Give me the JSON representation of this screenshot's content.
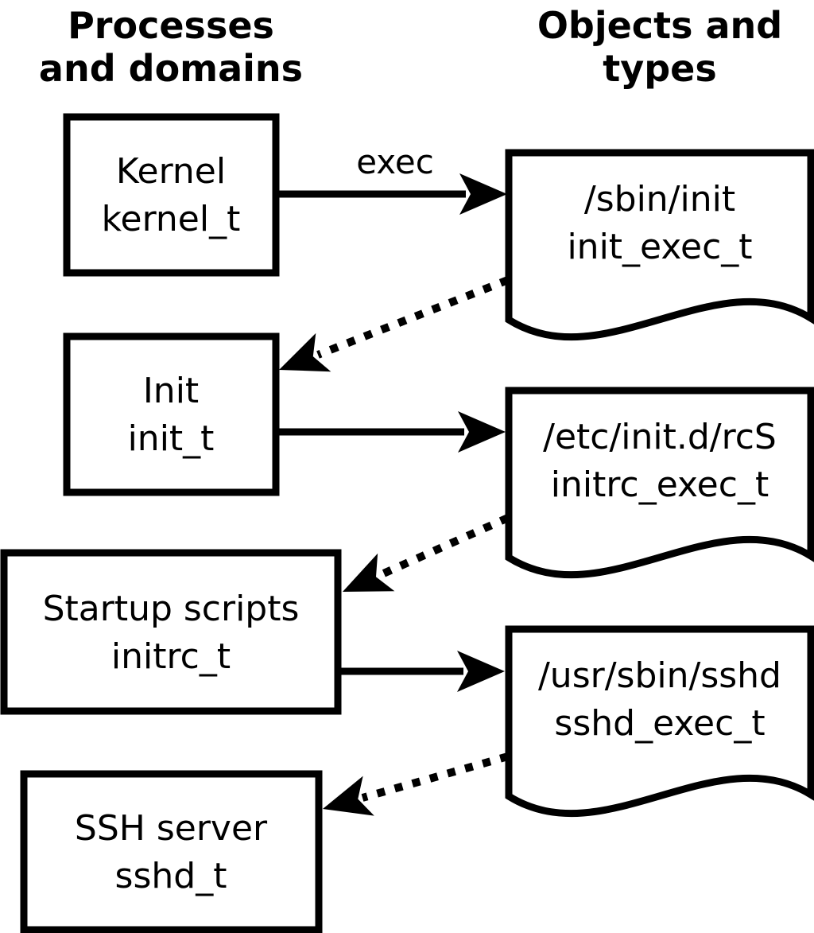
{
  "diagram": {
    "column_headers": {
      "left": {
        "line1": "Processes",
        "line2": "and domains"
      },
      "right": {
        "line1": "Objects and",
        "line2": "types"
      }
    },
    "process_nodes": [
      {
        "title": "Kernel",
        "type": "kernel_t"
      },
      {
        "title": "Init",
        "type": "init_t"
      },
      {
        "title": "Startup scripts",
        "type": "initrc_t"
      },
      {
        "title": "SSH server",
        "type": "sshd_t"
      }
    ],
    "object_nodes": [
      {
        "path": "/sbin/init",
        "type": "init_exec_t"
      },
      {
        "path": "/etc/init.d/rcS",
        "type": "initrc_exec_t"
      },
      {
        "path": "/usr/sbin/sshd",
        "type": "sshd_exec_t"
      }
    ],
    "edges": [
      {
        "from": "kernel_t",
        "to": "init_exec_t",
        "style": "solid",
        "label": "exec"
      },
      {
        "from": "init_exec_t",
        "to": "init_t",
        "style": "dotted",
        "label": ""
      },
      {
        "from": "init_t",
        "to": "initrc_exec_t",
        "style": "solid",
        "label": ""
      },
      {
        "from": "initrc_exec_t",
        "to": "initrc_t",
        "style": "dotted",
        "label": ""
      },
      {
        "from": "initrc_t",
        "to": "sshd_exec_t",
        "style": "solid",
        "label": ""
      },
      {
        "from": "sshd_exec_t",
        "to": "sshd_t",
        "style": "dotted",
        "label": ""
      }
    ],
    "colors": {
      "ink": "#000000",
      "paper": "#ffffff"
    }
  }
}
